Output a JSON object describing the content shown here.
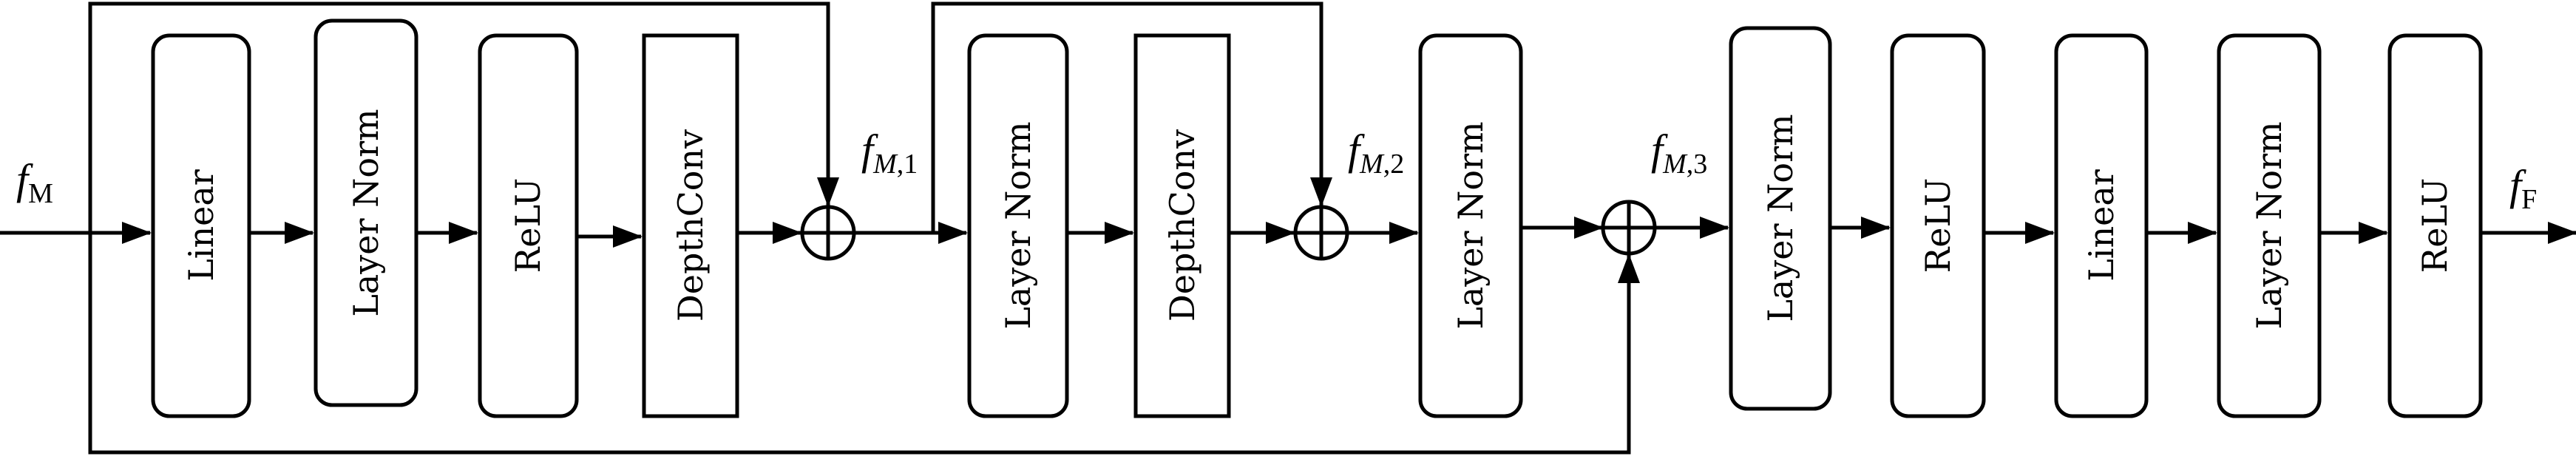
{
  "diagram": {
    "nodes": [
      {
        "id": "linear-1",
        "label": "Linear",
        "shape": "rounded"
      },
      {
        "id": "layer-norm-1",
        "label": "Layer Norm",
        "shape": "rounded"
      },
      {
        "id": "relu-1",
        "label": "ReLU",
        "shape": "rounded"
      },
      {
        "id": "depthconv-1",
        "label": "DepthConv",
        "shape": "rect"
      },
      {
        "id": "sum-1",
        "label": "",
        "shape": "circle-plus"
      },
      {
        "id": "layer-norm-2",
        "label": "Layer Norm",
        "shape": "rounded"
      },
      {
        "id": "depthconv-2",
        "label": "DepthConv",
        "shape": "rect"
      },
      {
        "id": "sum-2",
        "label": "",
        "shape": "circle-plus"
      },
      {
        "id": "layer-norm-3",
        "label": "Layer Norm",
        "shape": "rounded"
      },
      {
        "id": "sum-3",
        "label": "",
        "shape": "circle-plus"
      },
      {
        "id": "layer-norm-4",
        "label": "Layer Norm",
        "shape": "rounded"
      },
      {
        "id": "relu-2",
        "label": "ReLU",
        "shape": "rounded"
      },
      {
        "id": "linear-2",
        "label": "Linear",
        "shape": "rounded"
      },
      {
        "id": "layer-norm-5",
        "label": "Layer Norm",
        "shape": "rounded"
      },
      {
        "id": "relu-3",
        "label": "ReLU",
        "shape": "rounded"
      }
    ],
    "edges": [
      {
        "from": "input",
        "to": "linear-1"
      },
      {
        "from": "linear-1",
        "to": "layer-norm-1"
      },
      {
        "from": "layer-norm-1",
        "to": "relu-1"
      },
      {
        "from": "relu-1",
        "to": "depthconv-1"
      },
      {
        "from": "depthconv-1",
        "to": "sum-1"
      },
      {
        "from": "input",
        "to": "sum-1",
        "type": "skip"
      },
      {
        "from": "sum-1",
        "to": "layer-norm-2"
      },
      {
        "from": "layer-norm-2",
        "to": "depthconv-2"
      },
      {
        "from": "depthconv-2",
        "to": "sum-2"
      },
      {
        "from": "sum-1",
        "to": "sum-2",
        "type": "skip"
      },
      {
        "from": "sum-2",
        "to": "layer-norm-3"
      },
      {
        "from": "layer-norm-3",
        "to": "sum-3"
      },
      {
        "from": "input",
        "to": "sum-3",
        "type": "skip"
      },
      {
        "from": "sum-3",
        "to": "layer-norm-4"
      },
      {
        "from": "layer-norm-4",
        "to": "relu-2"
      },
      {
        "from": "relu-2",
        "to": "linear-2"
      },
      {
        "from": "linear-2",
        "to": "layer-norm-5"
      },
      {
        "from": "layer-norm-5",
        "to": "relu-3"
      },
      {
        "from": "relu-3",
        "to": "output"
      }
    ],
    "symbols": {
      "input": {
        "main": "f",
        "sub": "M"
      },
      "f_m1": {
        "main": "f",
        "sub_italic": "M",
        "sub": ",1"
      },
      "f_m2": {
        "main": "f",
        "sub_italic": "M",
        "sub": ",2"
      },
      "f_m3": {
        "main": "f",
        "sub_italic": "M",
        "sub": ",3"
      },
      "output": {
        "main": "f",
        "sub": "F"
      }
    },
    "colors": {
      "stroke": "#000000",
      "fill": "#ffffff"
    }
  }
}
